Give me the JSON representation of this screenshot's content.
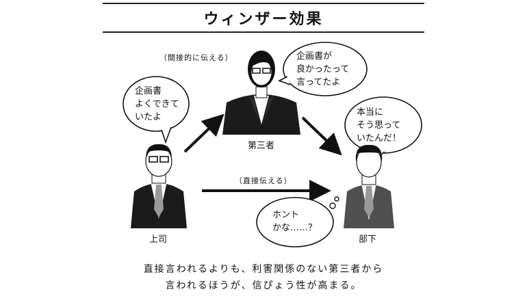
{
  "title": "ウィンザー効果",
  "notes": {
    "indirect": "（間接的に伝える）",
    "direct": "（直接伝える）"
  },
  "people": {
    "boss": "上司",
    "third_party": "第三者",
    "subordinate": "部下"
  },
  "bubbles": {
    "boss": "企画書\nよくできて\nいたよ",
    "third_party": "企画書が\n良かったって\n言ってたよ",
    "subordinate_speech": "本当に\nそう思って\nいたんだ！",
    "subordinate_thought": "ホント\nかな……？"
  },
  "footer": {
    "line1": "直接言われるよりも、利害関係のない第三者から",
    "line2": "言われるほうが、信ぴょう性が高まる。"
  }
}
